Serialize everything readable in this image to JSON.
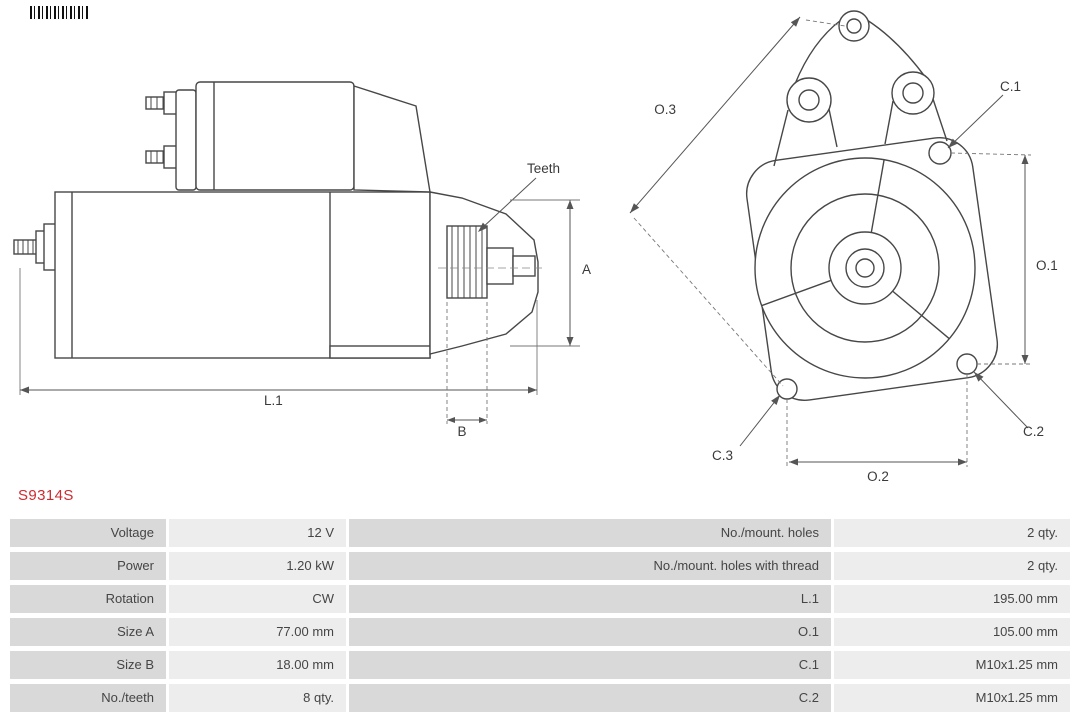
{
  "icons": {
    "top_left": "barcode-icon"
  },
  "product": {
    "code": "S9314S"
  },
  "colors": {
    "accent_red": "#cc2b30",
    "table_label_bg": "#d9d9d9",
    "table_value_bg": "#ededed",
    "drawing_line": "#4a4a4a",
    "dimension_line": "#555555"
  },
  "diagram": {
    "side_view": {
      "labels": {
        "teeth": "Teeth",
        "size_a": "A",
        "size_b": "B",
        "length_l1": "L.1"
      }
    },
    "front_view": {
      "labels": {
        "o1": "O.1",
        "o2": "O.2",
        "o3": "O.3",
        "c1": "C.1",
        "c2": "C.2",
        "c3": "C.3"
      }
    }
  },
  "spec_table": {
    "rows": [
      {
        "left_label": "Voltage",
        "left_value": "12 V",
        "right_label": "No./mount. holes",
        "right_value": "2 qty."
      },
      {
        "left_label": "Power",
        "left_value": "1.20 kW",
        "right_label": "No./mount. holes with thread",
        "right_value": "2 qty."
      },
      {
        "left_label": "Rotation",
        "left_value": "CW",
        "right_label": "L.1",
        "right_value": "195.00 mm"
      },
      {
        "left_label": "Size A",
        "left_value": "77.00 mm",
        "right_label": "O.1",
        "right_value": "105.00 mm"
      },
      {
        "left_label": "Size B",
        "left_value": "18.00 mm",
        "right_label": "C.1",
        "right_value": "M10x1.25 mm"
      },
      {
        "left_label": "No./teeth",
        "left_value": "8 qty.",
        "right_label": "C.2",
        "right_value": "M10x1.25 mm"
      }
    ]
  }
}
